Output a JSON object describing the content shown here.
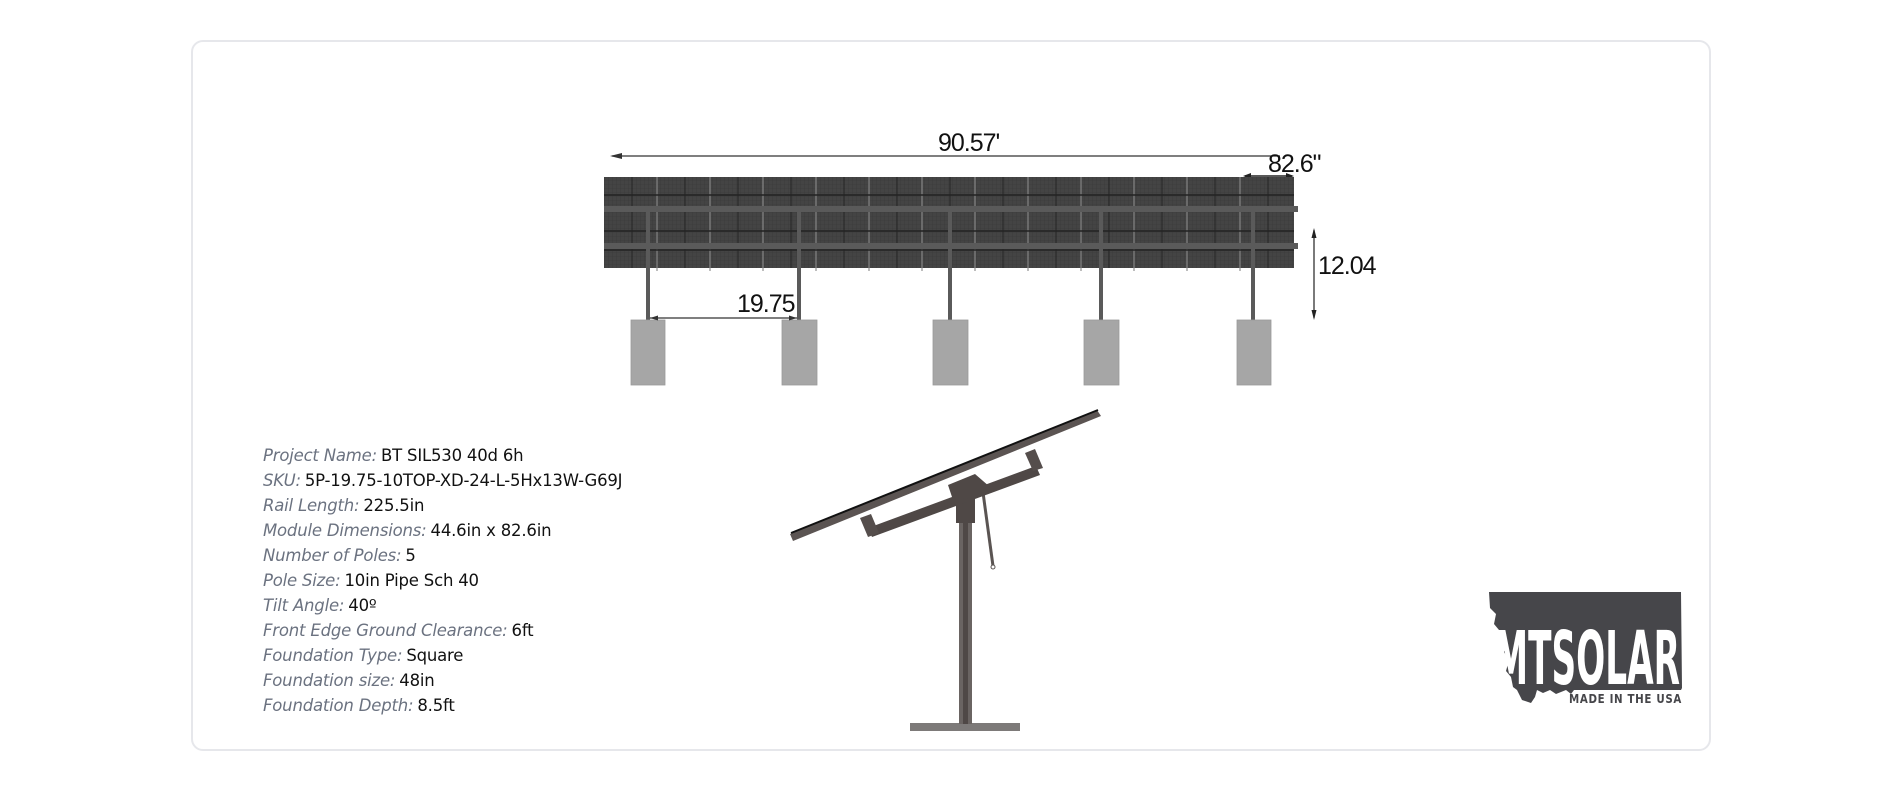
{
  "top_view": {
    "overall_length_label": "90.57'",
    "module_length_label": "82.6\"",
    "pole_spacing_label": "19.75",
    "height_label": "12.04",
    "pole_count": 5,
    "module_columns": 13,
    "module_rows": 5
  },
  "specs": [
    {
      "label": "Project Name:",
      "value": "BT SIL530 40d 6h"
    },
    {
      "label": "SKU:",
      "value": "5P-19.75-10TOP-XD-24-L-5Hx13W-G69J"
    },
    {
      "label": "Rail Length:",
      "value": "225.5in"
    },
    {
      "label": "Module Dimensions:",
      "value": "44.6in x 82.6in"
    },
    {
      "label": "Number of Poles:",
      "value": "5"
    },
    {
      "label": "Pole Size:",
      "value": "10in Pipe Sch 40"
    },
    {
      "label": "Tilt Angle:",
      "value": "40º"
    },
    {
      "label": "Front Edge Ground Clearance:",
      "value": "6ft"
    },
    {
      "label": "Foundation Type:",
      "value": "Square"
    },
    {
      "label": "Foundation size:",
      "value": "48in"
    },
    {
      "label": "Foundation Depth:",
      "value": "8.5ft"
    }
  ],
  "logo": {
    "brand": "MTSOLAR",
    "tagline": "MADE IN THE USA"
  },
  "colors": {
    "panel": "#3f3f3f",
    "rail": "#5a5a5a",
    "foundation": "#a6a6a6",
    "steel": "#4f4846",
    "logo": "#46464a",
    "label": "#6b7280",
    "card_border": "#e6e7eb"
  }
}
